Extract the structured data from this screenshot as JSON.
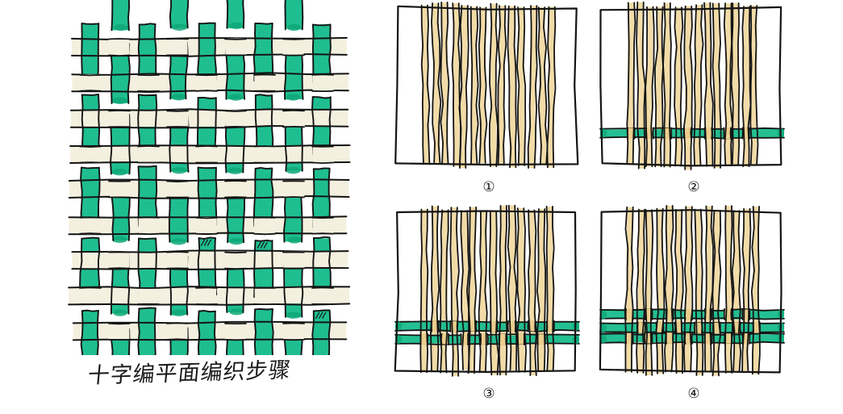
{
  "page": {
    "title": "Cross-weave flat weaving steps sketch",
    "background_color": "#ffffff",
    "ink_color": "#141414"
  },
  "palette": {
    "green_strip": "#18BC8C",
    "green_strip_dark": "#0FA878",
    "cream_strip": "#F4F0DF",
    "cream_strip_shadow": "#E8E2CA",
    "warp_tan": "#EBCE8E",
    "warp_tan_light": "#F6E4B8",
    "ink": "#141414",
    "paper": "#ffffff"
  },
  "weave_sample": {
    "name": "finished-cross-weave-sample",
    "caption": "十字编平面编织步骤",
    "columns": 9,
    "rows": 9,
    "vertical_strip_color": "#18BC8C",
    "horizontal_strip_color": "#F4F0DF",
    "description": "Finished plain/cross weave: nine green vertical strips interlaced with nine cream horizontal strips, green strips staggered in alternating offsets."
  },
  "steps": {
    "name": "weaving-step-panels",
    "count": 4,
    "panels": [
      {
        "id": "panel-1",
        "label": "①",
        "label_number": 1,
        "warp_count": 14,
        "weft_rows": 0,
        "caption_alt": "Step 1 — lay out the vertical warp strips side by side",
        "warp_color": "#EBCE8E",
        "weft_color": "#18BC8C"
      },
      {
        "id": "panel-2",
        "label": "②",
        "label_number": 2,
        "warp_count": 14,
        "weft_rows": 1,
        "caption_alt": "Step 2 — weave the first green weft strip over-and-under the warps",
        "warp_color": "#EBCE8E",
        "weft_color": "#18BC8C"
      },
      {
        "id": "panel-3",
        "label": "③",
        "label_number": 3,
        "warp_count": 14,
        "weft_rows": 2,
        "caption_alt": "Step 3 — add a second green weft strip with the opposite over-under sequence",
        "warp_color": "#EBCE8E",
        "weft_color": "#18BC8C"
      },
      {
        "id": "panel-4",
        "label": "④",
        "label_number": 4,
        "warp_count": 14,
        "weft_rows": 3,
        "caption_alt": "Step 4 — add the third green weft strip, continuing the alternating plain weave",
        "warp_color": "#EBCE8E",
        "weft_color": "#18BC8C"
      }
    ]
  }
}
